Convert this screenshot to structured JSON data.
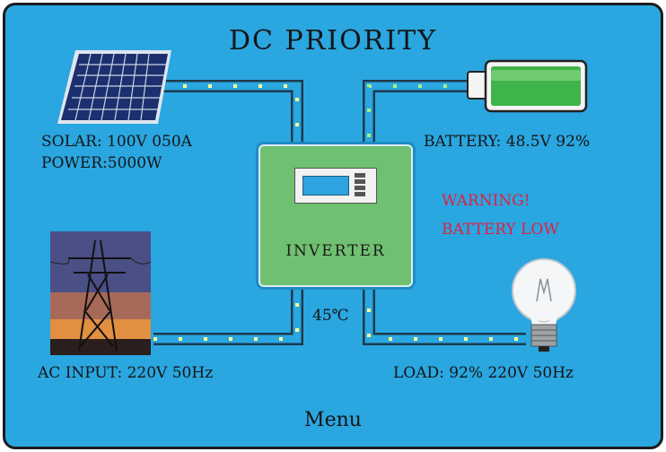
{
  "title": "DC PRIORITY",
  "solar": {
    "line1": "SOLAR: 100V  050A",
    "line2": "POWER:5000W"
  },
  "battery": {
    "status": "BATTERY: 48.5V  92%"
  },
  "warning": {
    "line1": "WARNING!",
    "line2": "BATTERY LOW"
  },
  "inverter": {
    "label": "INVERTER"
  },
  "temperature": "45℃",
  "ac_input": {
    "status": "AC INPUT: 220V  50Hz"
  },
  "load": {
    "status": "LOAD: 92%  220V  50Hz"
  },
  "menu": {
    "label": "Menu"
  },
  "colors": {
    "background": "#2aa6e0",
    "inverter": "#6fc070",
    "warning": "#e02040",
    "battery": "#3fb44a",
    "flow_dot": "#ffff99"
  }
}
